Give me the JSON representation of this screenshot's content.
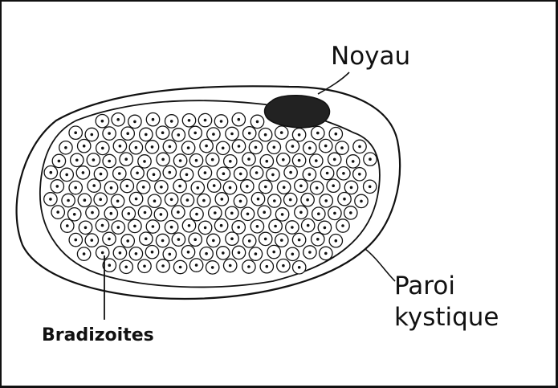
{
  "labels": {
    "nucleus": "Noyau",
    "wall_line1": "Paroi",
    "wall_line2": "kystique",
    "bradyzoites": "Bradizoites"
  },
  "colors": {
    "ink": "#111111",
    "background": "#ffffff"
  }
}
